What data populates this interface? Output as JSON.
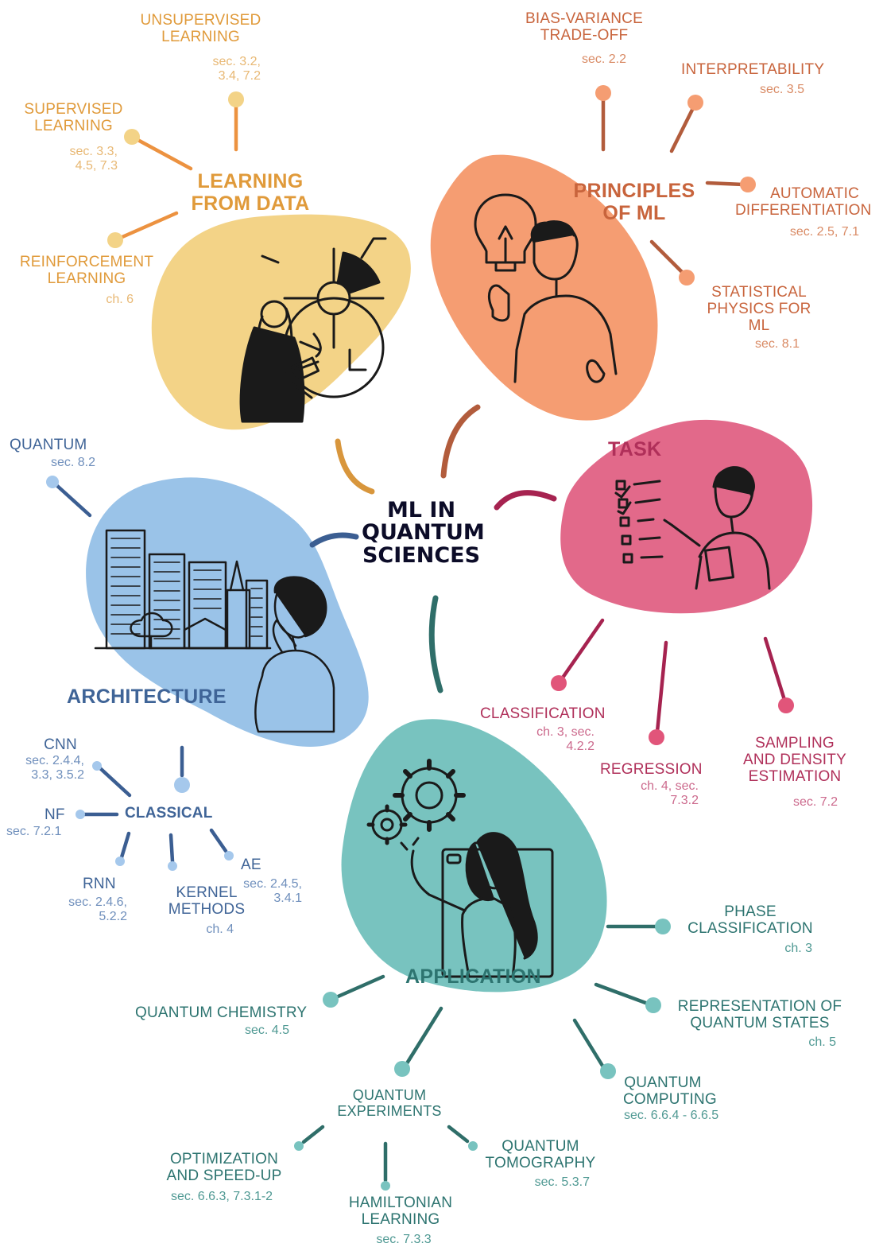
{
  "colors": {
    "learning_blob": "#f3d387",
    "learning_text": "#e09a3a",
    "learning_line": "#ec9240",
    "learning_sec": "#e8b874",
    "principles_blob": "#f59d72",
    "principles_text": "#c8643c",
    "principles_line": "#b25c3c",
    "principles_dot": "#f59d72",
    "principles_sec": "#d98a64",
    "task_blob": "#e2698a",
    "task_text": "#b0305a",
    "task_line": "#a62350",
    "task_dot": "#e1557a",
    "task_sec": "#cc6a8d",
    "arch_blob": "#9ac3e8",
    "arch_text": "#3f6497",
    "arch_line": "#3b5e92",
    "arch_dot": "#a5c8ec",
    "arch_sec": "#6f8fbc",
    "app_blob": "#78c3bf",
    "app_text": "#2d7470",
    "app_line": "#2f6e69",
    "app_dot": "#78c3bf",
    "app_sec": "#4f9993",
    "center_text": "#0c0c28",
    "ink": "#1a1a1a"
  },
  "center": {
    "title": "ML IN QUANTUM SCIENCES"
  },
  "learning": {
    "header": "LEARNING FROM DATA",
    "unsupervised": {
      "label": "UNSUPERVISED LEARNING",
      "sec": "sec. 3.2, 3.4, 7.2"
    },
    "supervised": {
      "label": "SUPERVISED LEARNING",
      "sec": "sec. 3.3, 4.5, 7.3"
    },
    "reinforcement": {
      "label": "REINFORCEMENT LEARNING",
      "sec": "ch. 6"
    }
  },
  "principles": {
    "header": "PRINCIPLES OF ML",
    "bias": {
      "label": "BIAS-VARIANCE TRADE-OFF",
      "sec": "sec. 2.2"
    },
    "interpretability": {
      "label": "INTERPRETABILITY",
      "sec": "sec. 3.5"
    },
    "autodiff": {
      "label": "AUTOMATIC DIFFERENTIATION",
      "sec": "sec. 2.5, 7.1"
    },
    "statphys": {
      "label": "STATISTICAL PHYSICS FOR ML",
      "sec": "sec. 8.1"
    }
  },
  "task": {
    "header": "TASK",
    "classification": {
      "label": "CLASSIFICATION",
      "sec": "ch. 3, sec. 4.2.2"
    },
    "regression": {
      "label": "REGRESSION",
      "sec": "ch. 4, sec. 7.3.2"
    },
    "sampling": {
      "label": "SAMPLING AND DENSITY ESTIMATION",
      "sec": "sec. 7.2"
    }
  },
  "architecture": {
    "header": "ARCHITECTURE",
    "quantum": {
      "label": "QUANTUM",
      "sec": "sec. 8.2"
    },
    "classical": {
      "label": "CLASSICAL"
    },
    "cnn": {
      "label": "CNN",
      "sec": "sec. 2.4.4, 3.3, 3.5.2"
    },
    "nf": {
      "label": "NF",
      "sec": "sec. 7.2.1"
    },
    "rnn": {
      "label": "RNN",
      "sec": "sec. 2.4.6, 5.2.2"
    },
    "kernel": {
      "label": "KERNEL METHODS",
      "sec": "ch. 4"
    },
    "ae": {
      "label": "AE",
      "sec": "sec. 2.4.5, 3.4.1"
    }
  },
  "application": {
    "header": "APPLICATION",
    "phase": {
      "label": "PHASE CLASSIFICATION",
      "sec": "ch. 3"
    },
    "representation": {
      "label": "REPRESENTATION OF QUANTUM STATES",
      "sec": "ch. 5"
    },
    "computing": {
      "label": "QUANTUM COMPUTING",
      "sec": "sec. 6.6.4 - 6.6.5"
    },
    "chemistry": {
      "label": "QUANTUM CHEMISTRY",
      "sec": "sec. 4.5"
    },
    "experiments": {
      "label": "QUANTUM EXPERIMENTS"
    },
    "optimization": {
      "label": "OPTIMIZATION AND SPEED-UP",
      "sec": "sec. 6.6.3, 7.3.1-2"
    },
    "hamiltonian": {
      "label": "HAMILTONIAN LEARNING",
      "sec": "sec. 7.3.3"
    },
    "tomography": {
      "label": "QUANTUM TOMOGRAPHY",
      "sec": "sec. 5.3.7"
    }
  }
}
